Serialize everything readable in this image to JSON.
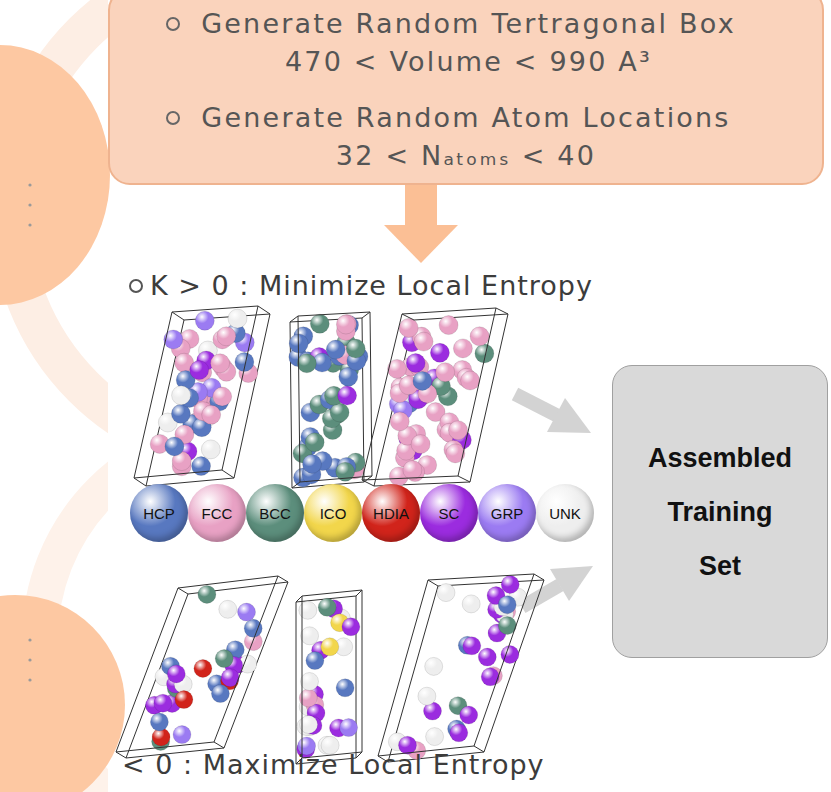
{
  "diagram": {
    "nodes": [
      {
        "text": [
          "Generate Random Tertragonal Box 470 < Volume < 990 A³",
          "Generate Random Atom Locations 32 < Nₐₜₒₘₛ < 40"
        ]
      },
      {
        "text": [
          "Assembled Training Set"
        ]
      }
    ],
    "labels": [
      "K > 0 : Minimize Local Entropy",
      "< 0 : Maximize Local Entropy"
    ],
    "legend": [
      {
        "text": "HCP",
        "color": "#5878C0"
      },
      {
        "text": "FCC",
        "color": "#E8A1C4"
      },
      {
        "text": "BCC",
        "color": "#5C8E7C"
      },
      {
        "text": "ICO",
        "color": "#F2D64B"
      },
      {
        "text": "HDIA",
        "color": "#D1241B"
      },
      {
        "text": "SC",
        "color": "#9B2CDF"
      },
      {
        "text": "GRP",
        "color": "#9B7BF2"
      },
      {
        "text": "UNK",
        "color": "#EEEEEE"
      }
    ]
  }
}
